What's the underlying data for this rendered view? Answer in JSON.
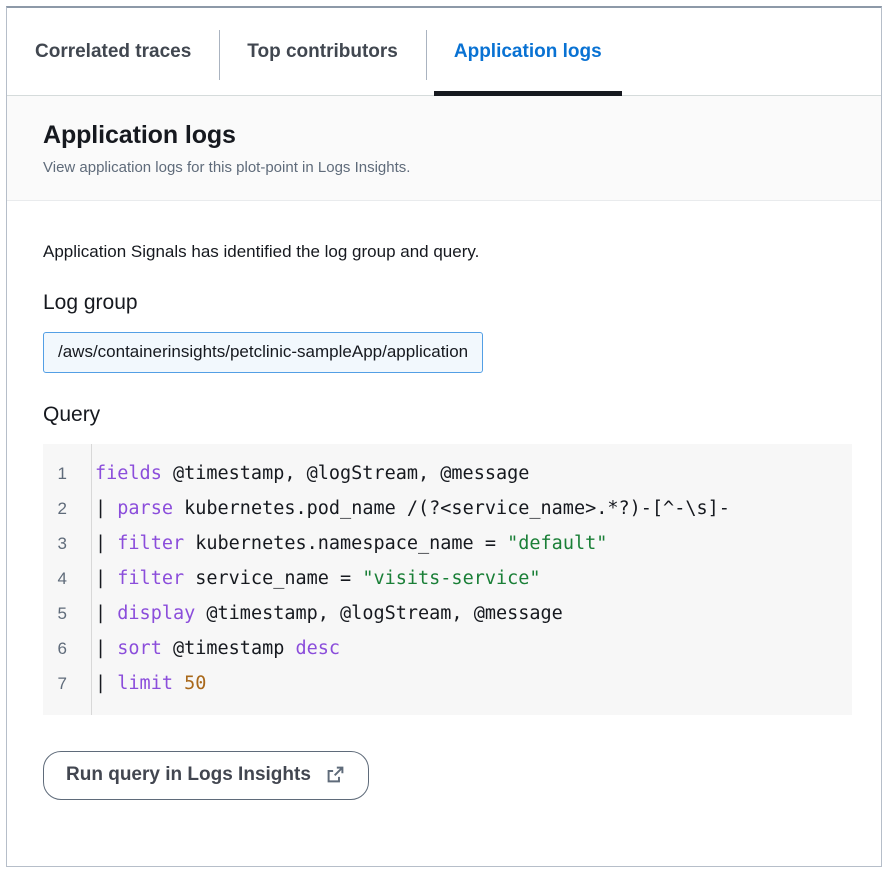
{
  "tabs": [
    {
      "label": "Correlated traces",
      "active": false
    },
    {
      "label": "Top contributors",
      "active": false
    },
    {
      "label": "Application logs",
      "active": true
    }
  ],
  "header": {
    "title": "Application logs",
    "description": "View application logs for this plot-point in Logs Insights."
  },
  "content": {
    "intro": "Application Signals has identified the log group and query.",
    "log_group_heading": "Log group",
    "log_group_value": "/aws/containerinsights/petclinic-sampleApp/application",
    "query_heading": "Query"
  },
  "query": {
    "lines": [
      {
        "number": "1",
        "tokens": [
          {
            "t": "fields",
            "c": "kw"
          },
          {
            "t": " @timestamp, @logStream, @message",
            "c": "def"
          }
        ]
      },
      {
        "number": "2",
        "tokens": [
          {
            "t": "| ",
            "c": "pipe"
          },
          {
            "t": "parse",
            "c": "kw"
          },
          {
            "t": " kubernetes.pod_name /(?<service_name>.*?)-[^-\\s]-",
            "c": "def"
          }
        ]
      },
      {
        "number": "3",
        "tokens": [
          {
            "t": "| ",
            "c": "pipe"
          },
          {
            "t": "filter",
            "c": "kw"
          },
          {
            "t": " kubernetes.namespace_name = ",
            "c": "def"
          },
          {
            "t": "\"default\"",
            "c": "str"
          }
        ]
      },
      {
        "number": "4",
        "tokens": [
          {
            "t": "| ",
            "c": "pipe"
          },
          {
            "t": "filter",
            "c": "kw"
          },
          {
            "t": " service_name = ",
            "c": "def"
          },
          {
            "t": "\"visits-service\"",
            "c": "str"
          }
        ]
      },
      {
        "number": "5",
        "tokens": [
          {
            "t": "| ",
            "c": "pipe"
          },
          {
            "t": "display",
            "c": "kw"
          },
          {
            "t": " @timestamp, @logStream, @message",
            "c": "def"
          }
        ]
      },
      {
        "number": "6",
        "tokens": [
          {
            "t": "| ",
            "c": "pipe"
          },
          {
            "t": "sort",
            "c": "kw"
          },
          {
            "t": " @timestamp ",
            "c": "def"
          },
          {
            "t": "desc",
            "c": "kw"
          }
        ]
      },
      {
        "number": "7",
        "tokens": [
          {
            "t": "| ",
            "c": "pipe"
          },
          {
            "t": "limit",
            "c": "kw"
          },
          {
            "t": " ",
            "c": "def"
          },
          {
            "t": "50",
            "c": "num"
          }
        ]
      }
    ]
  },
  "actions": {
    "run_query_label": "Run query in Logs Insights",
    "run_query_icon": "external-link-icon"
  },
  "colors": {
    "active_tab": "#0972d3",
    "active_tab_underline": "#16191f",
    "log_group_border": "#539fe5",
    "log_group_bg": "#f2f8fd",
    "code_bg": "#f7f7f7",
    "keyword": "#8b4ddb",
    "string": "#1a7f37",
    "number": "#a9681a",
    "header_bg": "#fafafa"
  }
}
